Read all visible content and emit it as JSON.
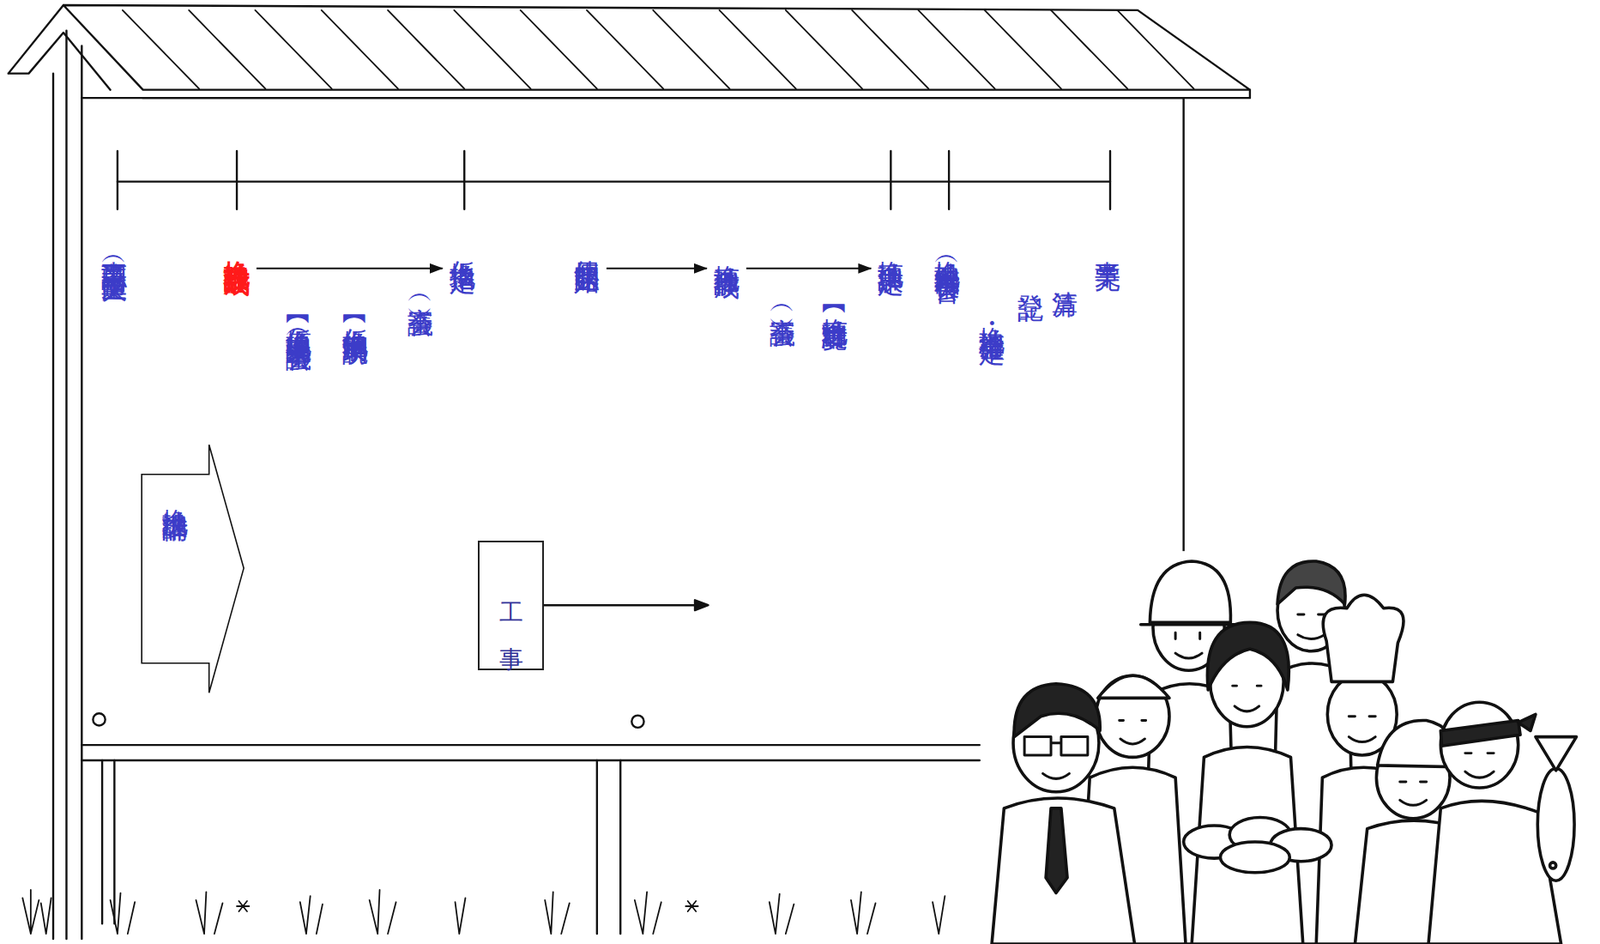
{
  "diagram": {
    "nodes": [
      {
        "text": [
          "換地設計作成"
        ]
      },
      {
        "text": [
          "換地設計準備"
        ]
      },
      {
        "text": [
          "仮換地指定"
        ]
      },
      {
        "text": [
          "工 事"
        ]
      },
      {
        "text": [
          "使用収益開始"
        ]
      },
      {
        "text": [
          "換地計画作成"
        ]
      },
      {
        "text": [
          "換地計画決定"
        ]
      }
    ],
    "edges": [
      {
        "from": 0,
        "to": 2,
        "arrow": "to"
      },
      {
        "from": 4,
        "to": 5,
        "arrow": "to"
      },
      {
        "from": 5,
        "to": 6,
        "arrow": "to"
      }
    ],
    "labels": [
      "事業認可（国土交通大臣）",
      "【仮換地原案説明（審議会）】",
      "【仮換地案個別説明】",
      "（審議会）",
      "（審議会）",
      "【換地計画縦覧】",
      "換地処分（福岡市長公告）",
      "換地・清算金確定",
      "登記",
      "清算",
      "事業完了"
    ]
  }
}
